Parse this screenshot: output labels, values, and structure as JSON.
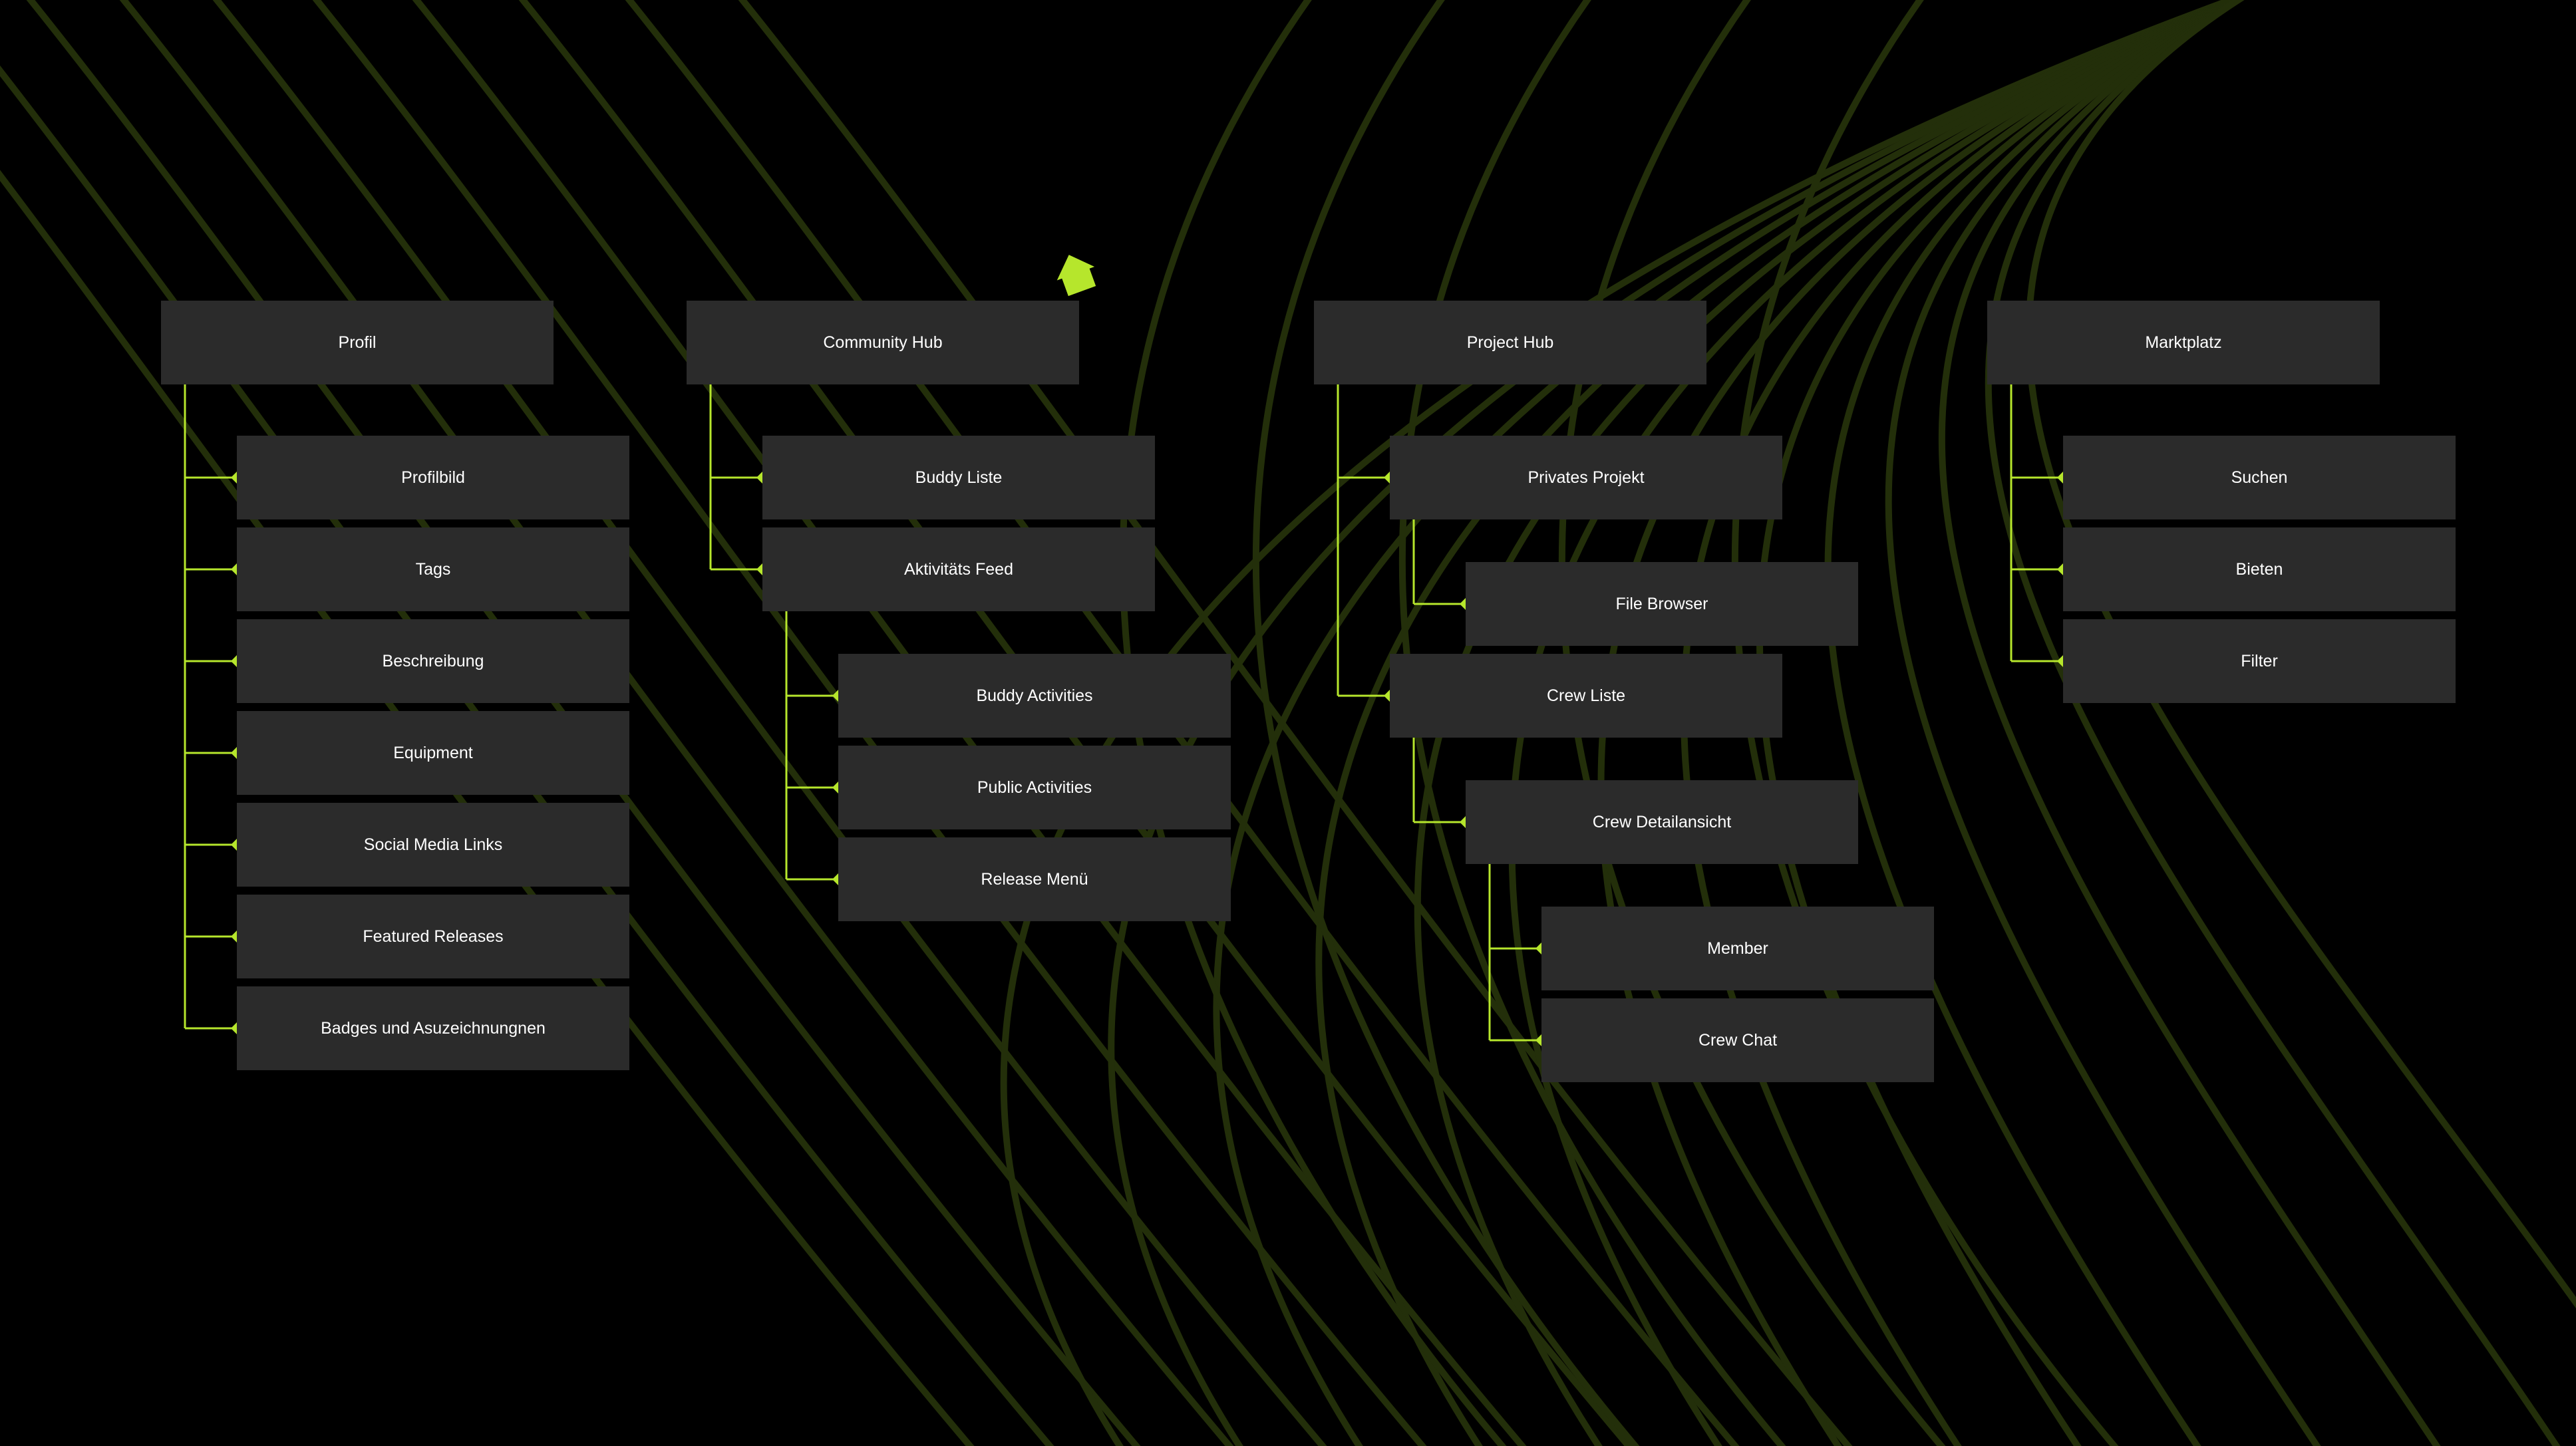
{
  "colors": {
    "background": "#000000",
    "node_fill": "#2b2b2b",
    "node_text": "#ffffff",
    "accent": "#b6e62c",
    "background_lines": "#232f0a"
  },
  "diagram": {
    "sections": [
      {
        "id": "profil",
        "label": "Profil",
        "children": [
          {
            "id": "profilbild",
            "label": "Profilbild"
          },
          {
            "id": "tags",
            "label": "Tags"
          },
          {
            "id": "beschreibung",
            "label": "Beschreibung"
          },
          {
            "id": "equipment",
            "label": "Equipment"
          },
          {
            "id": "social-media-links",
            "label": "Social Media Links"
          },
          {
            "id": "featured-releases",
            "label": "Featured Releases"
          },
          {
            "id": "badges",
            "label": "Badges und Asuzeichnungnen"
          }
        ]
      },
      {
        "id": "community-hub",
        "label": "Community Hub",
        "icon": "home-icon",
        "children": [
          {
            "id": "buddy-liste",
            "label": "Buddy Liste"
          },
          {
            "id": "aktivitaets-feed",
            "label": "Aktivitäts Feed",
            "children": [
              {
                "id": "buddy-activities",
                "label": "Buddy Activities"
              },
              {
                "id": "public-activities",
                "label": "Public Activities"
              },
              {
                "id": "release-menue",
                "label": "Release Menü"
              }
            ]
          }
        ]
      },
      {
        "id": "project-hub",
        "label": "Project Hub",
        "children": [
          {
            "id": "privates-projekt",
            "label": "Privates Projekt",
            "children": [
              {
                "id": "file-browser",
                "label": "File Browser"
              }
            ]
          },
          {
            "id": "crew-liste",
            "label": "Crew Liste",
            "children": [
              {
                "id": "crew-detailansicht",
                "label": "Crew Detailansicht",
                "children": [
                  {
                    "id": "member",
                    "label": "Member"
                  },
                  {
                    "id": "crew-chat",
                    "label": "Crew Chat"
                  }
                ]
              }
            ]
          }
        ]
      },
      {
        "id": "marktplatz",
        "label": "Marktplatz",
        "children": [
          {
            "id": "suchen",
            "label": "Suchen"
          },
          {
            "id": "bieten",
            "label": "Bieten"
          },
          {
            "id": "filter",
            "label": "Filter"
          }
        ]
      }
    ]
  }
}
